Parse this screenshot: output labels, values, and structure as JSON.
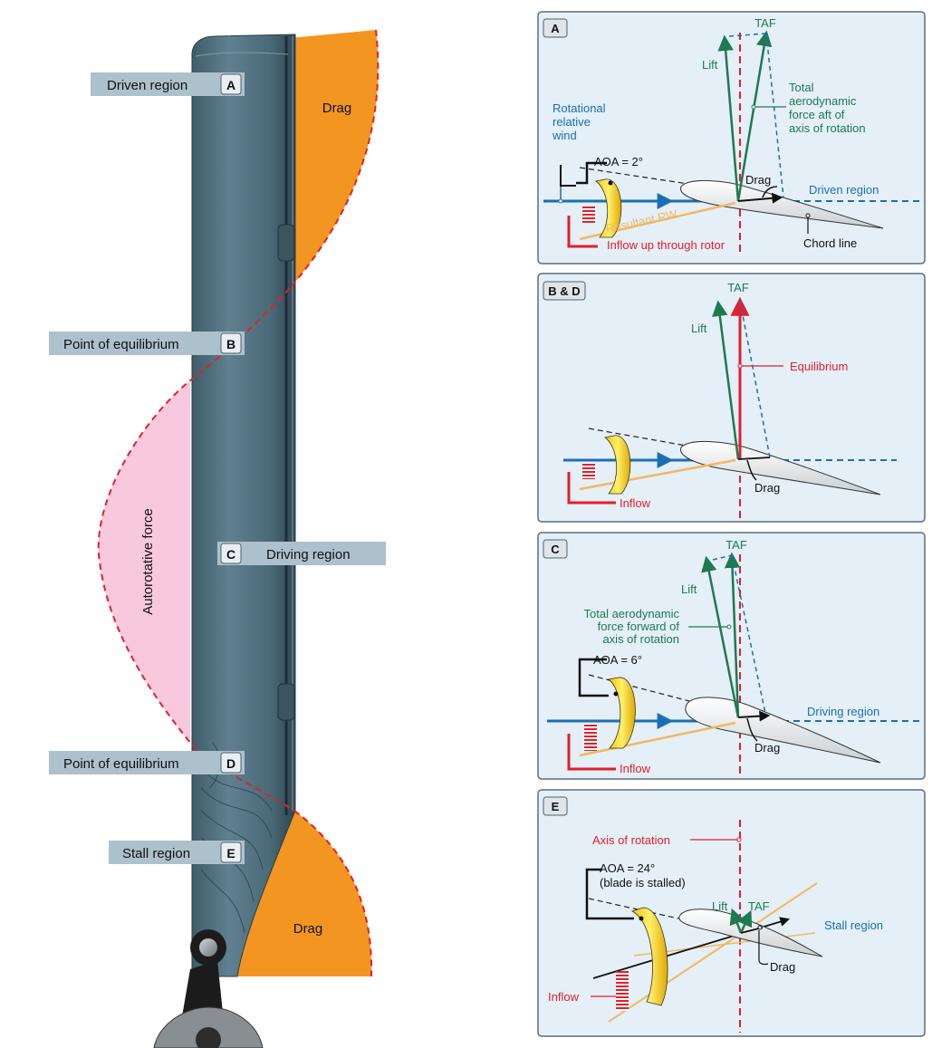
{
  "blade": {
    "labels": {
      "A": {
        "letter": "A",
        "text": "Driven region"
      },
      "B": {
        "letter": "B",
        "text": "Point of equilibrium"
      },
      "C": {
        "letter": "C",
        "text": "Driving region"
      },
      "D": {
        "letter": "D",
        "text": "Point of equilibrium"
      },
      "E": {
        "letter": "E",
        "text": "Stall region"
      }
    },
    "drag_top": "Drag",
    "drag_bottom": "Drag",
    "autorotative": "Autorotative force",
    "colors": {
      "blade": "#4d6d7a",
      "drag": "#f39521",
      "autorotative": "#f8c8dc",
      "boundary": "#e0202c"
    }
  },
  "panels": {
    "A": {
      "tag": "A",
      "taf": "TAF",
      "lift": "Lift",
      "total_aero": [
        "Total",
        "aerodynamic",
        "force aft of",
        "axis of rotation"
      ],
      "rrw": [
        "Rotational",
        "relative",
        "wind"
      ],
      "aoa": "AOA = 2°",
      "drag": "Drag",
      "region": "Driven region",
      "resultant": "Resultant RW",
      "inflow": "Inflow up through rotor",
      "chord": "Chord line"
    },
    "BD": {
      "tag": "B & D",
      "taf": "TAF",
      "lift": "Lift",
      "equilibrium": "Equilibrium",
      "drag": "Drag",
      "inflow": "Inflow"
    },
    "C": {
      "tag": "C",
      "taf": "TAF",
      "lift": "Lift",
      "total_aero": [
        "Total aerodynamic",
        "force forward of",
        "axis of rotation"
      ],
      "aoa": "AOA = 6°",
      "region": "Driving region",
      "drag": "Drag",
      "inflow": "Inflow"
    },
    "E": {
      "tag": "E",
      "axis": "Axis of rotation",
      "aoa": [
        "AOA = 24°",
        "(blade is stalled)"
      ],
      "lift": "Lift",
      "taf": "TAF",
      "region": "Stall region",
      "drag": "Drag",
      "inflow": "Inflow"
    }
  },
  "colors": {
    "panel_bg": "#e4eff7",
    "panel_border": "#5b6f7c",
    "green": "#1e7a50",
    "blue": "#1a6fb4",
    "red": "#e0202c",
    "yellow": "#f7d117",
    "tan": "#f0b860"
  }
}
